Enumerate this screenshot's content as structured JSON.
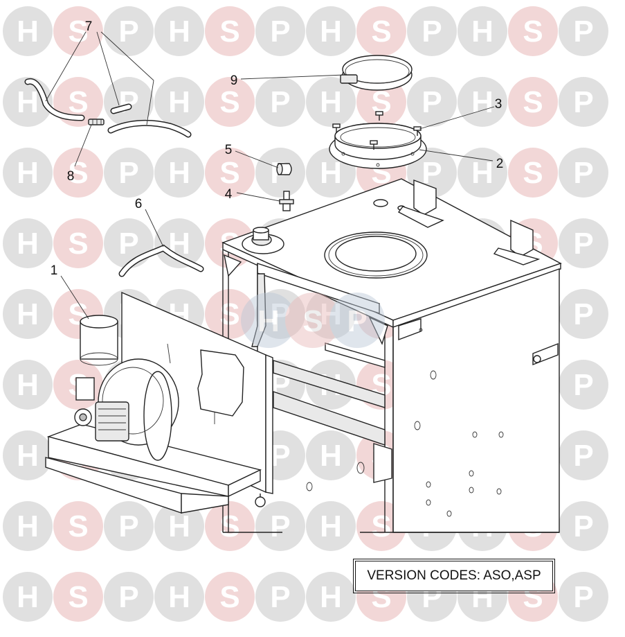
{
  "watermark": {
    "letters": [
      "H",
      "S",
      "P"
    ],
    "colors": {
      "H": "#c8c8c8",
      "S": "#e8b8b8",
      "P": "#c8c8c8"
    }
  },
  "callouts": [
    {
      "id": "1",
      "label": "1"
    },
    {
      "id": "2",
      "label": "2"
    },
    {
      "id": "3",
      "label": "3"
    },
    {
      "id": "4",
      "label": "4"
    },
    {
      "id": "5",
      "label": "5"
    },
    {
      "id": "6",
      "label": "6"
    },
    {
      "id": "7",
      "label": "7"
    },
    {
      "id": "8",
      "label": "8"
    },
    {
      "id": "9",
      "label": "9"
    }
  ],
  "version_codes": "VERSION CODES: ASO,ASP",
  "center_logo": {
    "letters": [
      "H",
      "S",
      "P"
    ]
  }
}
